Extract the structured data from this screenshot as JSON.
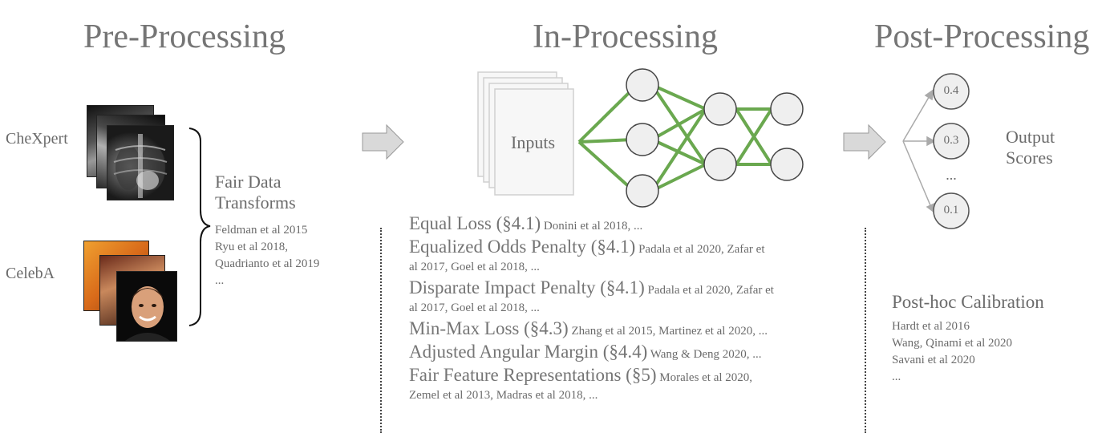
{
  "stages": {
    "pre": "Pre-Processing",
    "in": "In-Processing",
    "post": "Post-Processing"
  },
  "datasets": [
    "CheXpert",
    "CelebA"
  ],
  "pre_processing": {
    "heading_line1": "Fair Data",
    "heading_line2": "Transforms",
    "refs": [
      "Feldman et al 2015",
      "Ryu et al 2018,",
      "Quadrianto et al 2019",
      "..."
    ]
  },
  "in_processing": {
    "inputs_label": "Inputs",
    "methods": [
      {
        "name": "Equal Loss (§4.1)",
        "ref": "Donini et al 2018, ...",
        "ref2": ""
      },
      {
        "name": "Equalized Odds Penalty (§4.1)",
        "ref": "Padala et al 2020, Zafar et",
        "ref2": "al 2017, Goel et al 2018, ..."
      },
      {
        "name": "Disparate Impact Penalty (§4.1)",
        "ref": "Padala et al 2020, Zafar et",
        "ref2": "al 2017, Goel et al 2018, ..."
      },
      {
        "name": "Min-Max Loss (§4.3)",
        "ref": "Zhang et al 2015, Martinez et al 2020, ...",
        "ref2": ""
      },
      {
        "name": "Adjusted Angular Margin (§4.4)",
        "ref": "Wang & Deng 2020, ...",
        "ref2": ""
      },
      {
        "name": "Fair Feature Representations (§5)",
        "ref": "Morales et al 2020,",
        "ref2": "Zemel et al 2013, Madras et al 2018, ..."
      }
    ]
  },
  "post_processing": {
    "scores": [
      "0.4",
      "0.3",
      "...",
      "0.1"
    ],
    "output_line1": "Output",
    "output_line2": "Scores",
    "heading": "Post-hoc Calibration",
    "refs": [
      "Hardt et al 2016",
      "Wang, Qinami et al 2020",
      "Savani et al 2020",
      "..."
    ]
  },
  "colors": {
    "network_edge": "#6aa84f",
    "node_fill": "#efefef",
    "arrow_fill": "#d9d9d9"
  }
}
